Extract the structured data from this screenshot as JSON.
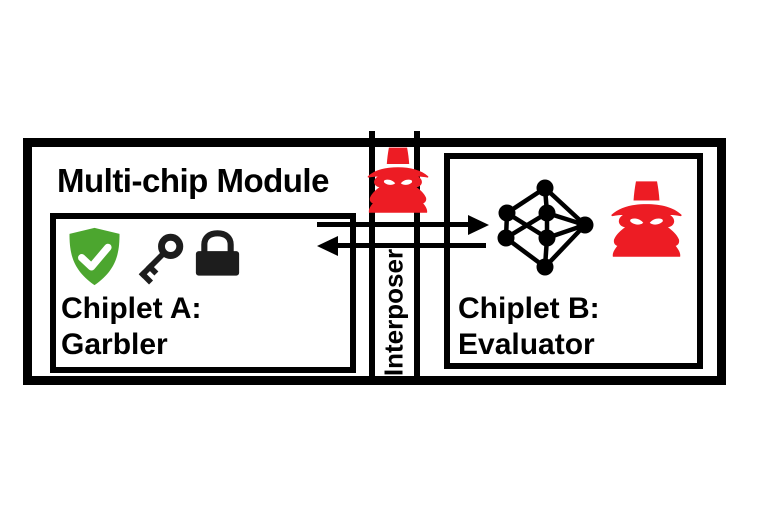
{
  "module": {
    "title": "Multi-chip Module"
  },
  "interposer": {
    "label": "Interposer",
    "icon": "spy-icon"
  },
  "chiplet_a": {
    "title": "Chiplet A:",
    "subtitle": "Garbler",
    "icons": [
      "shield-check-icon",
      "key-icon",
      "lock-icon"
    ]
  },
  "chiplet_b": {
    "title": "Chiplet B:",
    "subtitle": "Evaluator",
    "icons": [
      "network-graph-icon",
      "spy-icon"
    ]
  },
  "arrows": [
    {
      "name": "a-to-b",
      "direction": "right"
    },
    {
      "name": "b-to-a",
      "direction": "left"
    }
  ],
  "colors": {
    "red": "#ED1C24",
    "green": "#4CA62F",
    "ink": "#000000"
  }
}
